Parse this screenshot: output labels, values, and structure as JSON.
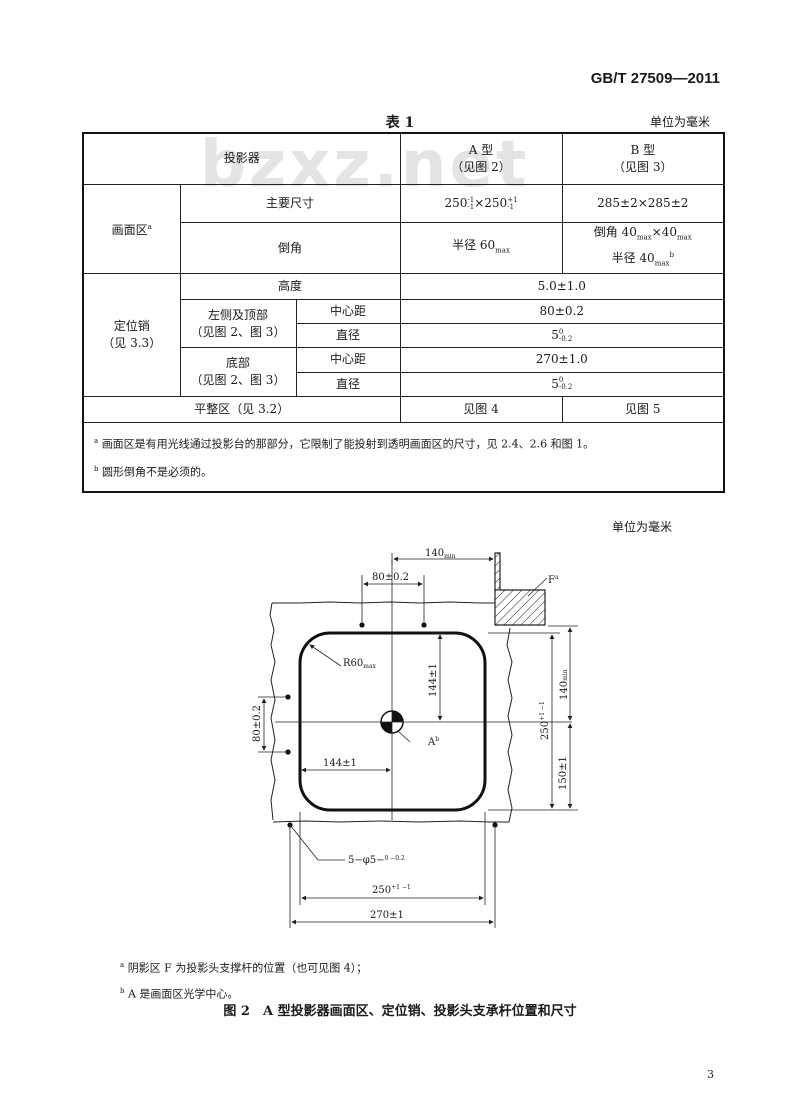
{
  "header": {
    "std_number": "GB/T 27509—2011",
    "page_number": "3"
  },
  "watermark": "bzxz.net",
  "table1": {
    "title": "表 1",
    "unit": "单位为毫米",
    "head": {
      "col1": "投影器",
      "a_type": "A 型",
      "a_see": "（见图 2）",
      "b_type": "B 型",
      "b_see": "（见图 3）"
    },
    "screen_area": {
      "label": "画面区",
      "mark": "a",
      "main_size": {
        "label": "主要尺寸",
        "a_base1": "250",
        "a_tol1_up": "-1",
        "a_tol1_down": "-1",
        "a_times": "×250",
        "a_tol2_up": "+1",
        "a_tol2_down": "-1",
        "b": "285±2×285±2"
      },
      "corner": {
        "label": "倒角",
        "a_text": "半径 60",
        "a_sub": "max",
        "b_line1_a": "倒角 40",
        "b_line1_sub1": "max",
        "b_line1_b": "×40",
        "b_line1_sub2": "max",
        "b_line2_a": "半径 40",
        "b_line2_sub": "max",
        "b_line2_sup": "b"
      }
    },
    "locating_pin": {
      "label": "定位销",
      "see": "（见 3.3）",
      "height_label": "高度",
      "height_value": "5.0±1.0",
      "left_top": {
        "label": "左侧及顶部",
        "see": "（见图 2、图 3）",
        "center_label": "中心距",
        "center_value": "80±0.2",
        "dia_label": "直径",
        "dia_base": "5",
        "dia_up": "0",
        "dia_down": "-0.2"
      },
      "bottom": {
        "label": "底部",
        "see": "（见图 2、图 3）",
        "center_label": "中心距",
        "center_value": "270±1.0",
        "dia_label": "直径",
        "dia_base": "5",
        "dia_up": "0",
        "dia_down": "-0.2"
      }
    },
    "flat_area": {
      "label": "平整区（见 3.2）",
      "a": "见图 4",
      "b": "见图 5"
    },
    "footnotes": {
      "a_mark": "a",
      "a_text": "画面区是有用光线通过投影台的那部分，它限制了能投射到透明画面区的尺寸，见 2.4、2.6 和图 1。",
      "b_mark": "b",
      "b_text": "圆形倒角不是必须的。"
    }
  },
  "figure2": {
    "unit": "单位为毫米",
    "labels": {
      "dim_140_top": "140",
      "dim_140_top_sub": "min",
      "dim_80_top": "80±0.2",
      "label_F": "F",
      "label_F_sup": "a",
      "radius": "R60",
      "radius_sub": "max",
      "dim_144_vert": "144±1",
      "dim_140_right": "140",
      "dim_140_right_sub": "min",
      "dim_250_right": "250",
      "dim_250_right_tol": "+1 −1",
      "dim_80_left": "80±0.2",
      "label_A": "A",
      "label_A_sup": "b",
      "dim_144_horiz": "144±1",
      "dim_150_right": "150±1",
      "pin_spec": "5−φ5−",
      "pin_spec_tol": "0 −0.2",
      "dim_250_bottom": "250",
      "dim_250_bottom_tol": "+1 −1",
      "dim_270_bottom": "270±1"
    },
    "notes": {
      "a_mark": "a",
      "a_text": "阴影区 F 为投影头支撑杆的位置（也可见图 4）；",
      "b_mark": "b",
      "b_text": "A 是画面区光学中心。"
    },
    "caption": "图 2　A 型投影器画面区、定位销、投影头支承杆位置和尺寸"
  }
}
